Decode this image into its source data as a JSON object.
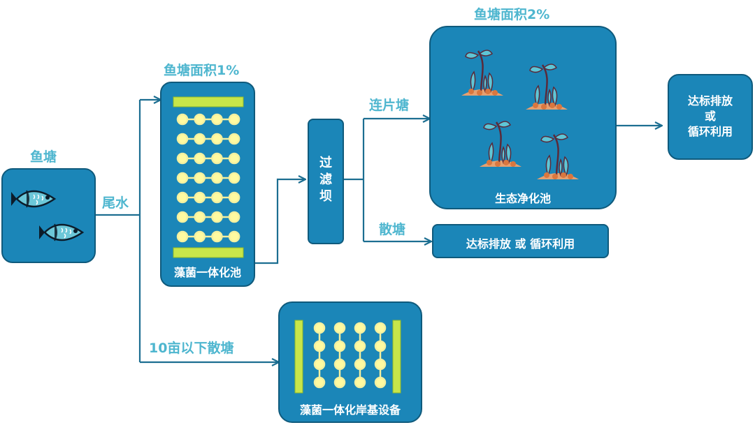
{
  "labels": {
    "fish_pond": "鱼塘",
    "tail_water": "尾水",
    "area_1pct": "鱼塘面积1%",
    "algae_pool": "藻菌一体化池",
    "filter_dam": "过\n滤\n坝",
    "connected_pond": "连片塘",
    "scattered_pond": "散塘",
    "area_2pct": "鱼塘面积2%",
    "eco_pool": "生态净化池",
    "discharge_or_recycle_top": "达标排放\n或\n循环利用",
    "discharge_or_recycle_bottom": "达标排放 或 循环利用",
    "small_scattered": "10亩以下散塘",
    "shore_equipment": "藻菌一体化岸基设备"
  },
  "colors": {
    "box_fill": "#1b86b8",
    "box_border": "#0f5a7c",
    "label_teal": "#4eb6cf",
    "arrow": "#1c6e91",
    "bead_fill": "#fffaa0",
    "bar_fill": "#c8e64a",
    "soil": "#e6a070",
    "leaf": "#5ec6d6",
    "stem": "#5a2a3a",
    "fish": "#6cc7d8"
  },
  "icons": [
    "fish-icon",
    "plant-icon",
    "arrow-icon"
  ]
}
